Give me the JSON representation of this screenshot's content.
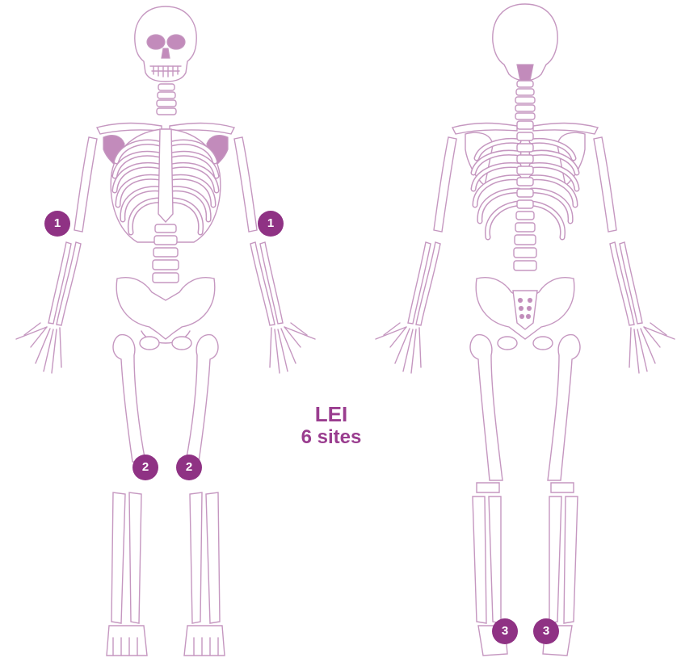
{
  "figure": {
    "title": "LEI",
    "subtitle": "6 sites",
    "accent_color": "#8f3284",
    "bone_color": "#c597c0"
  },
  "views": [
    {
      "name": "anterior"
    },
    {
      "name": "posterior"
    }
  ],
  "markers": [
    {
      "label": "1",
      "site": "elbow-right-anterior"
    },
    {
      "label": "1",
      "site": "elbow-left-anterior"
    },
    {
      "label": "2",
      "site": "knee-right-anterior"
    },
    {
      "label": "2",
      "site": "knee-left-anterior"
    },
    {
      "label": "3",
      "site": "ankle-left-posterior"
    },
    {
      "label": "3",
      "site": "ankle-right-posterior"
    }
  ]
}
